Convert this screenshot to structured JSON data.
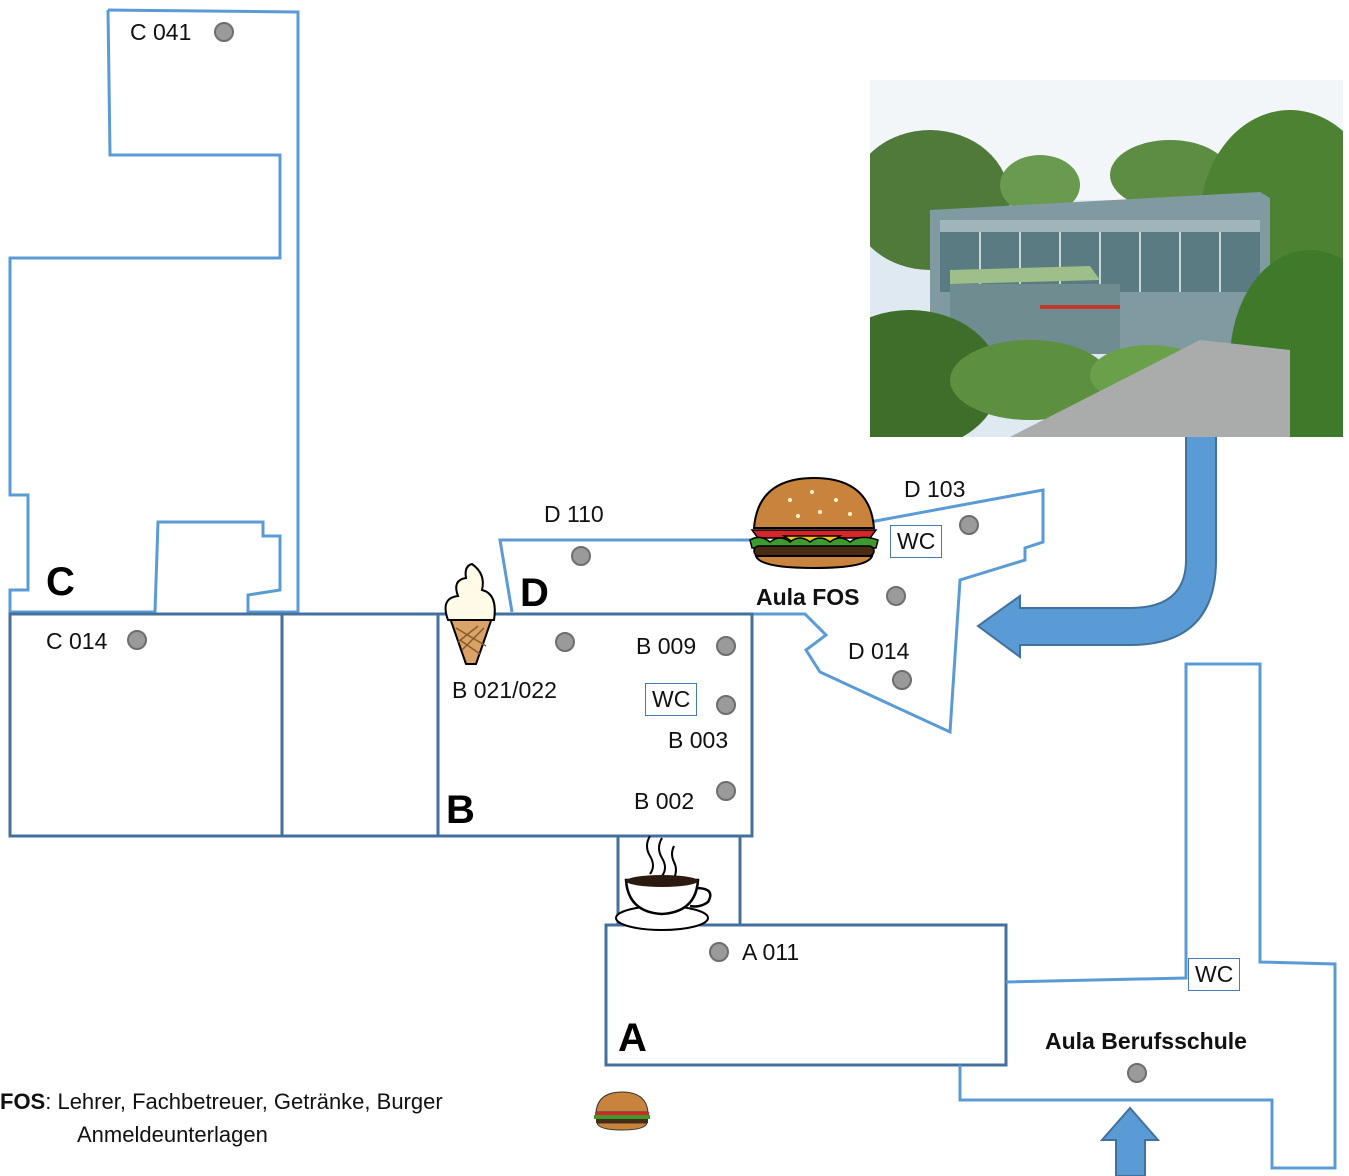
{
  "buildings": {
    "A": "A",
    "B": "B",
    "C": "C",
    "D": "D"
  },
  "rooms": {
    "c041": "C 041",
    "c014": "C 014",
    "d110": "D 110",
    "d103": "D 103",
    "d014": "D 014",
    "b021_022": "B 021/022",
    "b009": "B 009",
    "b003": "B 003",
    "b002": "B 002",
    "a011": "A 011"
  },
  "places": {
    "aula_fos": "Aula FOS",
    "aula_berufsschule": "Aula Berufsschule"
  },
  "wc_labels": [
    "WC",
    "WC",
    "WC"
  ],
  "legend": {
    "line1_bold": "FOS",
    "line1_text": ":   Lehrer, Fachbetreuer, Getränke, Burger",
    "line2_text": "Anmeldeunterlagen"
  },
  "icons": [
    "ice-cream-icon",
    "burger-icon",
    "coffee-cup-icon",
    "route-arrow-icon",
    "entrance-arrow-icon"
  ],
  "colors": {
    "outline_light": "#5b9bd5",
    "outline_dark": "#44709e",
    "arrow": "#5b9bd5",
    "dot": "#9a9a9a"
  }
}
